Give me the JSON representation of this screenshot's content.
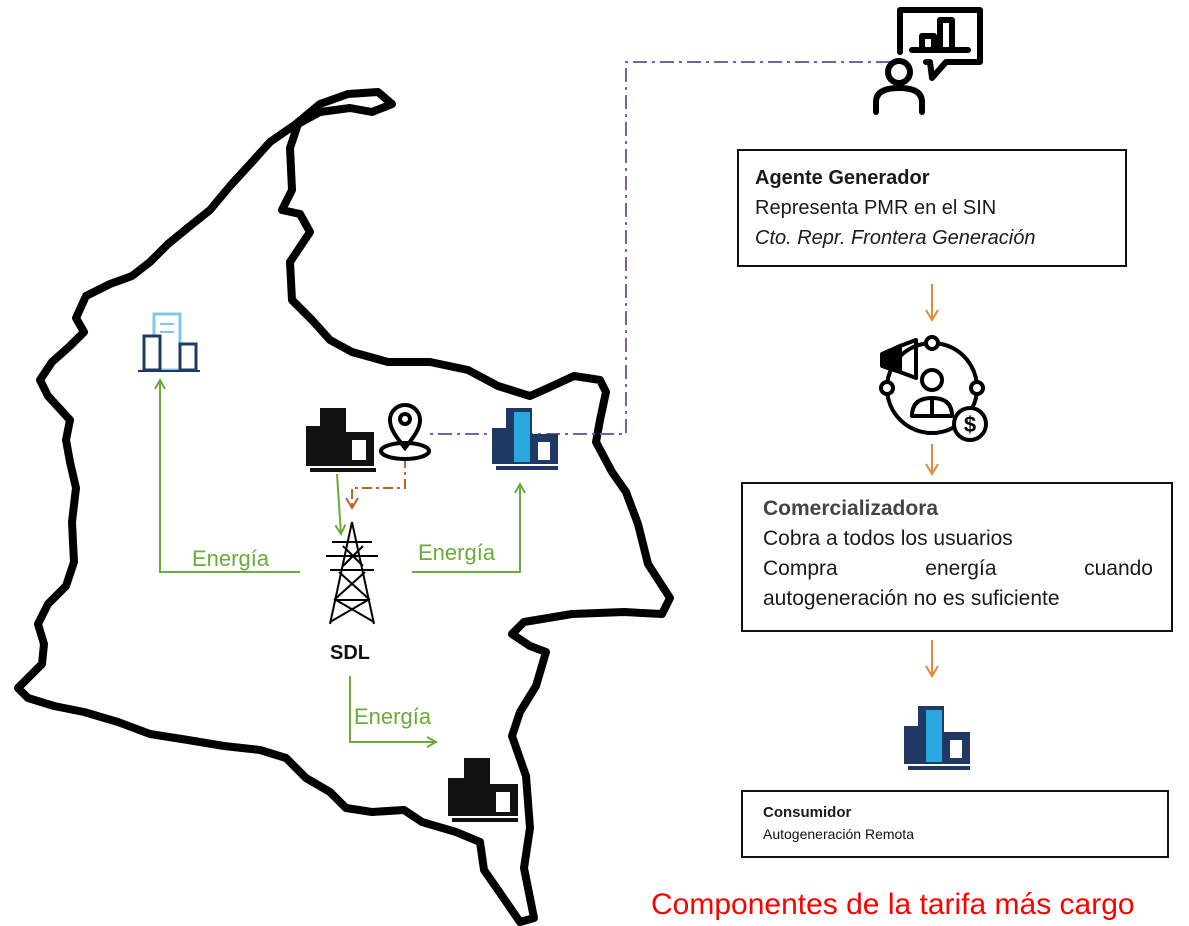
{
  "agente": {
    "title": "Agente Generador",
    "line1": "Representa PMR en el SIN",
    "line2": "Cto. Repr. Frontera Generación"
  },
  "comercializadora": {
    "title": "Comercializadora",
    "line1": "Cobra a todos los usuarios",
    "line2_words": [
      "Compra",
      "energía",
      "cuando"
    ],
    "line3": "autogeneración no es suficiente"
  },
  "consumidor": {
    "title": "Consumidor",
    "subtitle": "Autogeneración Remota"
  },
  "map": {
    "sdl_label": "SDL",
    "energy_left": "Energía",
    "energy_right": "Energía",
    "energy_bottom": "Energía"
  },
  "footer": {
    "text": "Componentes de la tarifa más cargo"
  },
  "colors": {
    "energy_flow": "#6aab3b",
    "process_arrow": "#e8873a",
    "location_link": "#c0622a",
    "representation_link": "#7b5ea7",
    "footer_text": "#ff0000",
    "building_dark": "#1f3864",
    "building_light": "#29a8e0",
    "building_black": "#111111"
  },
  "icons": [
    "presenter-chart-icon",
    "marketing-agent-icon",
    "location-pin-icon",
    "transmission-tower-icon",
    "building-icon"
  ]
}
